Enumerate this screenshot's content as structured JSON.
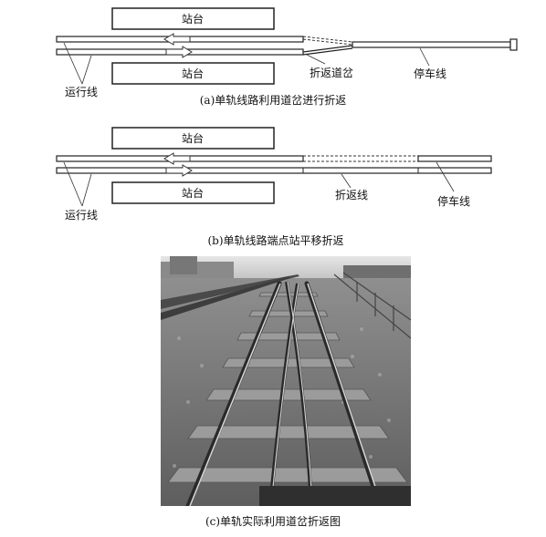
{
  "panel_a": {
    "platform_top": "站台",
    "platform_bottom": "站台",
    "running_line": "运行线",
    "switch_label": "折返道岔",
    "siding_label": "停车线",
    "caption": "(a)单轨线路利用道岔进行折返"
  },
  "panel_b": {
    "platform_top": "站台",
    "platform_bottom": "站台",
    "running_line": "运行线",
    "turnback_label": "折返线",
    "siding_label": "停车线",
    "caption": "(b)单轨线路端点站平移折返"
  },
  "panel_c": {
    "caption": "(c)单轨实际利用道岔折返图"
  }
}
